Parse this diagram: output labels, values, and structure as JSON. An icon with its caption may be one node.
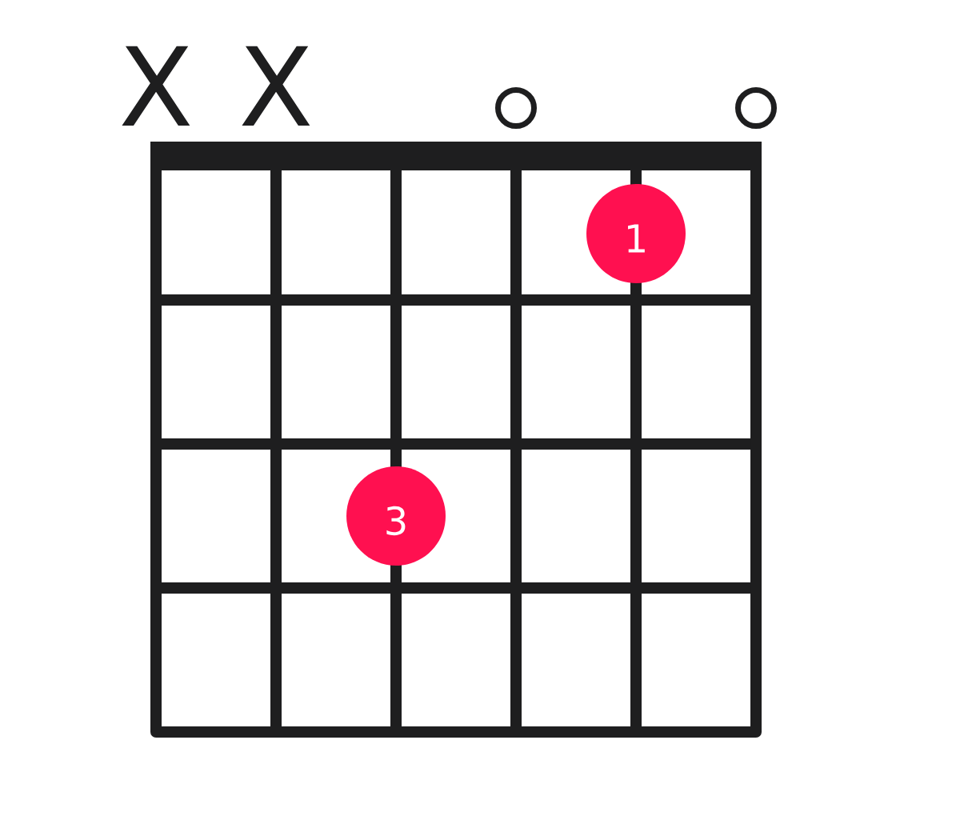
{
  "diagram": {
    "nodes": [
      {
        "text": [],
        "shape": "circle"
      },
      {
        "text": [],
        "shape": "circle"
      },
      {
        "text": [
          "1"
        ]
      },
      {
        "text": [
          "3"
        ]
      }
    ],
    "labels": [
      "X",
      "X"
    ]
  }
}
